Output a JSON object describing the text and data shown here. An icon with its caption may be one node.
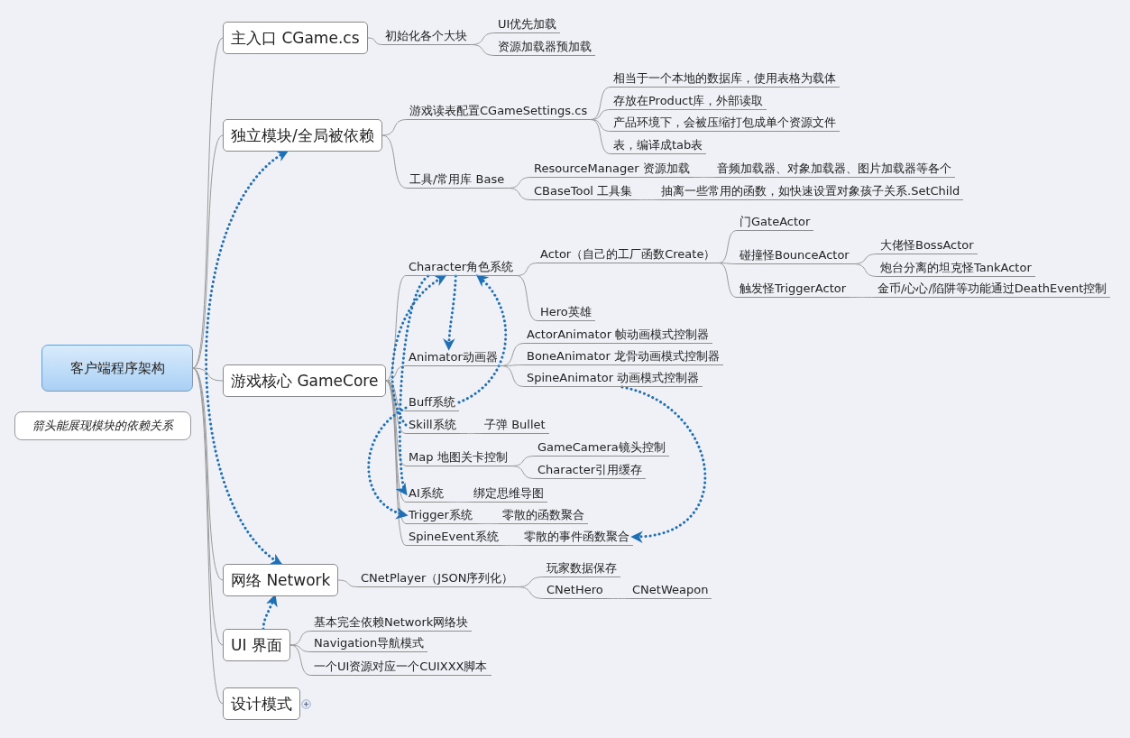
{
  "diagram": {
    "nodes": [
      {
        "text": [
          "客户端程序架构"
        ]
      },
      {
        "text": [
          "箭头能展现模块的依赖关系"
        ]
      },
      {
        "text": [
          "主入口 CGame.cs"
        ]
      },
      {
        "text": [
          "初始化各个大块"
        ]
      },
      {
        "text": [
          "UI优先加载"
        ]
      },
      {
        "text": [
          "资源加载器预加载"
        ]
      },
      {
        "text": [
          "独立模块/全局被依赖"
        ]
      },
      {
        "text": [
          "游戏读表配置CGameSettings.cs"
        ]
      },
      {
        "text": [
          "相当于一个本地的数据库，使用表格为载体"
        ]
      },
      {
        "text": [
          "存放在Product库，外部读取"
        ]
      },
      {
        "text": [
          "产品环境下，会被压缩打包成单个资源文件"
        ]
      },
      {
        "text": [
          "表，编译成tab表"
        ]
      },
      {
        "text": [
          "工具/常用库 Base"
        ]
      },
      {
        "text": [
          "ResourceManager 资源加载"
        ]
      },
      {
        "text": [
          "音频加载器、对象加载器、图片加载器等各个"
        ]
      },
      {
        "text": [
          "CBaseTool 工具集"
        ]
      },
      {
        "text": [
          "抽离一些常用的函数，如快速设置对象孩子关系.SetChild"
        ]
      },
      {
        "text": [
          "游戏核心 GameCore"
        ]
      },
      {
        "text": [
          "Character角色系统"
        ]
      },
      {
        "text": [
          "Actor（自己的工厂函数Create）"
        ]
      },
      {
        "text": [
          "门GateActor"
        ]
      },
      {
        "text": [
          "碰撞怪BounceActor"
        ]
      },
      {
        "text": [
          "大佬怪BossActor"
        ]
      },
      {
        "text": [
          "炮台分离的坦克怪TankActor"
        ]
      },
      {
        "text": [
          "触发怪TriggerActor"
        ]
      },
      {
        "text": [
          "金币/心心/陷阱等功能通过DeathEvent控制"
        ]
      },
      {
        "text": [
          "Hero英雄"
        ]
      },
      {
        "text": [
          "Animator动画器"
        ]
      },
      {
        "text": [
          "ActorAnimator 帧动画模式控制器"
        ]
      },
      {
        "text": [
          "BoneAnimator 龙骨动画模式控制器"
        ]
      },
      {
        "text": [
          "SpineAnimator 动画模式控制器"
        ]
      },
      {
        "text": [
          "Buff系统"
        ]
      },
      {
        "text": [
          "Skill系统"
        ]
      },
      {
        "text": [
          "子弹 Bullet"
        ]
      },
      {
        "text": [
          "Map 地图关卡控制"
        ]
      },
      {
        "text": [
          "GameCamera镜头控制"
        ]
      },
      {
        "text": [
          "Character引用缓存"
        ]
      },
      {
        "text": [
          "AI系统"
        ]
      },
      {
        "text": [
          "绑定思维导图"
        ]
      },
      {
        "text": [
          "Trigger系统"
        ]
      },
      {
        "text": [
          "零散的函数聚合"
        ]
      },
      {
        "text": [
          "SpineEvent系统"
        ]
      },
      {
        "text": [
          "零散的事件函数聚合"
        ]
      },
      {
        "text": [
          "网络 Network"
        ]
      },
      {
        "text": [
          "CNetPlayer（JSON序列化）"
        ]
      },
      {
        "text": [
          "玩家数据保存"
        ]
      },
      {
        "text": [
          "CNetHero"
        ]
      },
      {
        "text": [
          "CNetWeapon"
        ]
      },
      {
        "text": [
          "UI 界面"
        ]
      },
      {
        "text": [
          "基本完全依赖Network网络块"
        ]
      },
      {
        "text": [
          "Navigation导航模式"
        ]
      },
      {
        "text": [
          "一个UI资源对应一个CUIXXX脚本"
        ]
      },
      {
        "text": [
          "设计模式"
        ]
      }
    ],
    "edges": [
      {
        "from": 0,
        "to": 2,
        "arrow": "none"
      },
      {
        "from": 2,
        "to": 3,
        "arrow": "none"
      },
      {
        "from": 3,
        "to": 4,
        "arrow": "none"
      },
      {
        "from": 3,
        "to": 5,
        "arrow": "none"
      },
      {
        "from": 0,
        "to": 6,
        "arrow": "none"
      },
      {
        "from": 6,
        "to": 7,
        "arrow": "none"
      },
      {
        "from": 7,
        "to": 8,
        "arrow": "none"
      },
      {
        "from": 7,
        "to": 9,
        "arrow": "none"
      },
      {
        "from": 7,
        "to": 10,
        "arrow": "none"
      },
      {
        "from": 7,
        "to": 11,
        "arrow": "none"
      },
      {
        "from": 6,
        "to": 12,
        "arrow": "none"
      },
      {
        "from": 12,
        "to": 13,
        "arrow": "none"
      },
      {
        "from": 13,
        "to": 14,
        "arrow": "none"
      },
      {
        "from": 12,
        "to": 15,
        "arrow": "none"
      },
      {
        "from": 15,
        "to": 16,
        "arrow": "none"
      },
      {
        "from": 0,
        "to": 17,
        "arrow": "none"
      },
      {
        "from": 17,
        "to": 18,
        "arrow": "none"
      },
      {
        "from": 18,
        "to": 19,
        "arrow": "none"
      },
      {
        "from": 19,
        "to": 20,
        "arrow": "none"
      },
      {
        "from": 19,
        "to": 21,
        "arrow": "none"
      },
      {
        "from": 21,
        "to": 22,
        "arrow": "none"
      },
      {
        "from": 21,
        "to": 23,
        "arrow": "none"
      },
      {
        "from": 19,
        "to": 24,
        "arrow": "none"
      },
      {
        "from": 24,
        "to": 25,
        "arrow": "none"
      },
      {
        "from": 18,
        "to": 26,
        "arrow": "none"
      },
      {
        "from": 17,
        "to": 27,
        "arrow": "none"
      },
      {
        "from": 27,
        "to": 28,
        "arrow": "none"
      },
      {
        "from": 27,
        "to": 29,
        "arrow": "none"
      },
      {
        "from": 27,
        "to": 30,
        "arrow": "none"
      },
      {
        "from": 17,
        "to": 31,
        "arrow": "none"
      },
      {
        "from": 17,
        "to": 32,
        "arrow": "none"
      },
      {
        "from": 32,
        "to": 33,
        "arrow": "none"
      },
      {
        "from": 17,
        "to": 34,
        "arrow": "none"
      },
      {
        "from": 34,
        "to": 35,
        "arrow": "none"
      },
      {
        "from": 34,
        "to": 36,
        "arrow": "none"
      },
      {
        "from": 17,
        "to": 37,
        "arrow": "none"
      },
      {
        "from": 37,
        "to": 38,
        "arrow": "none"
      },
      {
        "from": 17,
        "to": 39,
        "arrow": "none"
      },
      {
        "from": 39,
        "to": 40,
        "arrow": "none"
      },
      {
        "from": 17,
        "to": 41,
        "arrow": "none"
      },
      {
        "from": 41,
        "to": 42,
        "arrow": "none"
      },
      {
        "from": 0,
        "to": 43,
        "arrow": "none"
      },
      {
        "from": 43,
        "to": 44,
        "arrow": "none"
      },
      {
        "from": 44,
        "to": 45,
        "arrow": "none"
      },
      {
        "from": 44,
        "to": 46,
        "arrow": "none"
      },
      {
        "from": 46,
        "to": 47,
        "arrow": "none"
      },
      {
        "from": 0,
        "to": 48,
        "arrow": "none"
      },
      {
        "from": 48,
        "to": 49,
        "arrow": "none"
      },
      {
        "from": 48,
        "to": 50,
        "arrow": "none"
      },
      {
        "from": 48,
        "to": 51,
        "arrow": "none"
      },
      {
        "from": 0,
        "to": 52,
        "arrow": "none"
      },
      {
        "from": 43,
        "to": 6,
        "arrow": "both",
        "style": "dashed",
        "color": "#1f6fb5"
      },
      {
        "from": 48,
        "to": 43,
        "arrow": "to",
        "style": "dashed",
        "color": "#1f6fb5"
      },
      {
        "from": 18,
        "to": 27,
        "arrow": "to",
        "style": "dashed",
        "color": "#1f6fb5"
      },
      {
        "from": 32,
        "to": 18,
        "arrow": "to",
        "style": "dashed",
        "color": "#1f6fb5"
      },
      {
        "from": 31,
        "to": 18,
        "arrow": "to",
        "style": "dashed",
        "color": "#1f6fb5"
      },
      {
        "from": 18,
        "to": 37,
        "arrow": "to",
        "style": "dashed",
        "color": "#1f6fb5"
      },
      {
        "from": 31,
        "to": 39,
        "arrow": "to",
        "style": "dashed",
        "color": "#1f6fb5"
      },
      {
        "from": 30,
        "to": 42,
        "arrow": "to",
        "style": "dashed",
        "color": "#1f6fb5"
      }
    ]
  }
}
